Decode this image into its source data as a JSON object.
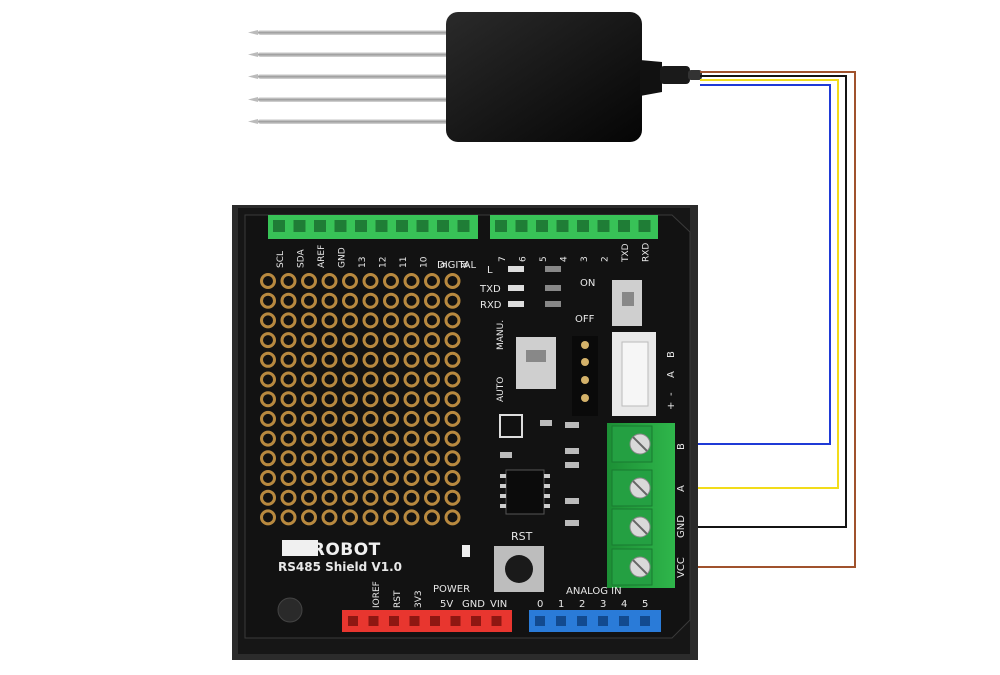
{
  "board": {
    "brand": "DFROBOT",
    "model": "RS485 Shield V1.0"
  },
  "digital_header": {
    "label": "DIGITAL",
    "left_pins": [
      "SCL",
      "SDA",
      "AREF",
      "GND",
      "13",
      "12",
      "11",
      "10",
      "9",
      "8"
    ],
    "right_pins": [
      "7",
      "6",
      "5",
      "4",
      "3",
      "2",
      "TXD",
      "RXD"
    ]
  },
  "leds": [
    "L",
    "TXD",
    "RXD"
  ],
  "power_switch": {
    "on": "ON",
    "off": "OFF"
  },
  "mode_switch": {
    "auto": "AUTO",
    "manu": "MANU."
  },
  "small_connector": [
    "+",
    "-",
    "A",
    "B"
  ],
  "terminal_labels": [
    "B",
    "A",
    "GND",
    "VCC"
  ],
  "reset": {
    "label": "RST"
  },
  "power_header": {
    "label": "POWER",
    "pins": [
      "IOREF",
      "RST",
      "3V3",
      "5V",
      "GND",
      "VIN"
    ]
  },
  "analog_header": {
    "label": "ANALOG IN",
    "pins": [
      "0",
      "1",
      "2",
      "3",
      "4",
      "5"
    ]
  },
  "wire_colors": {
    "B": "#1f3ad6",
    "A": "#f2dc1a",
    "GND": "#141414",
    "VCC": "#a0522d"
  }
}
